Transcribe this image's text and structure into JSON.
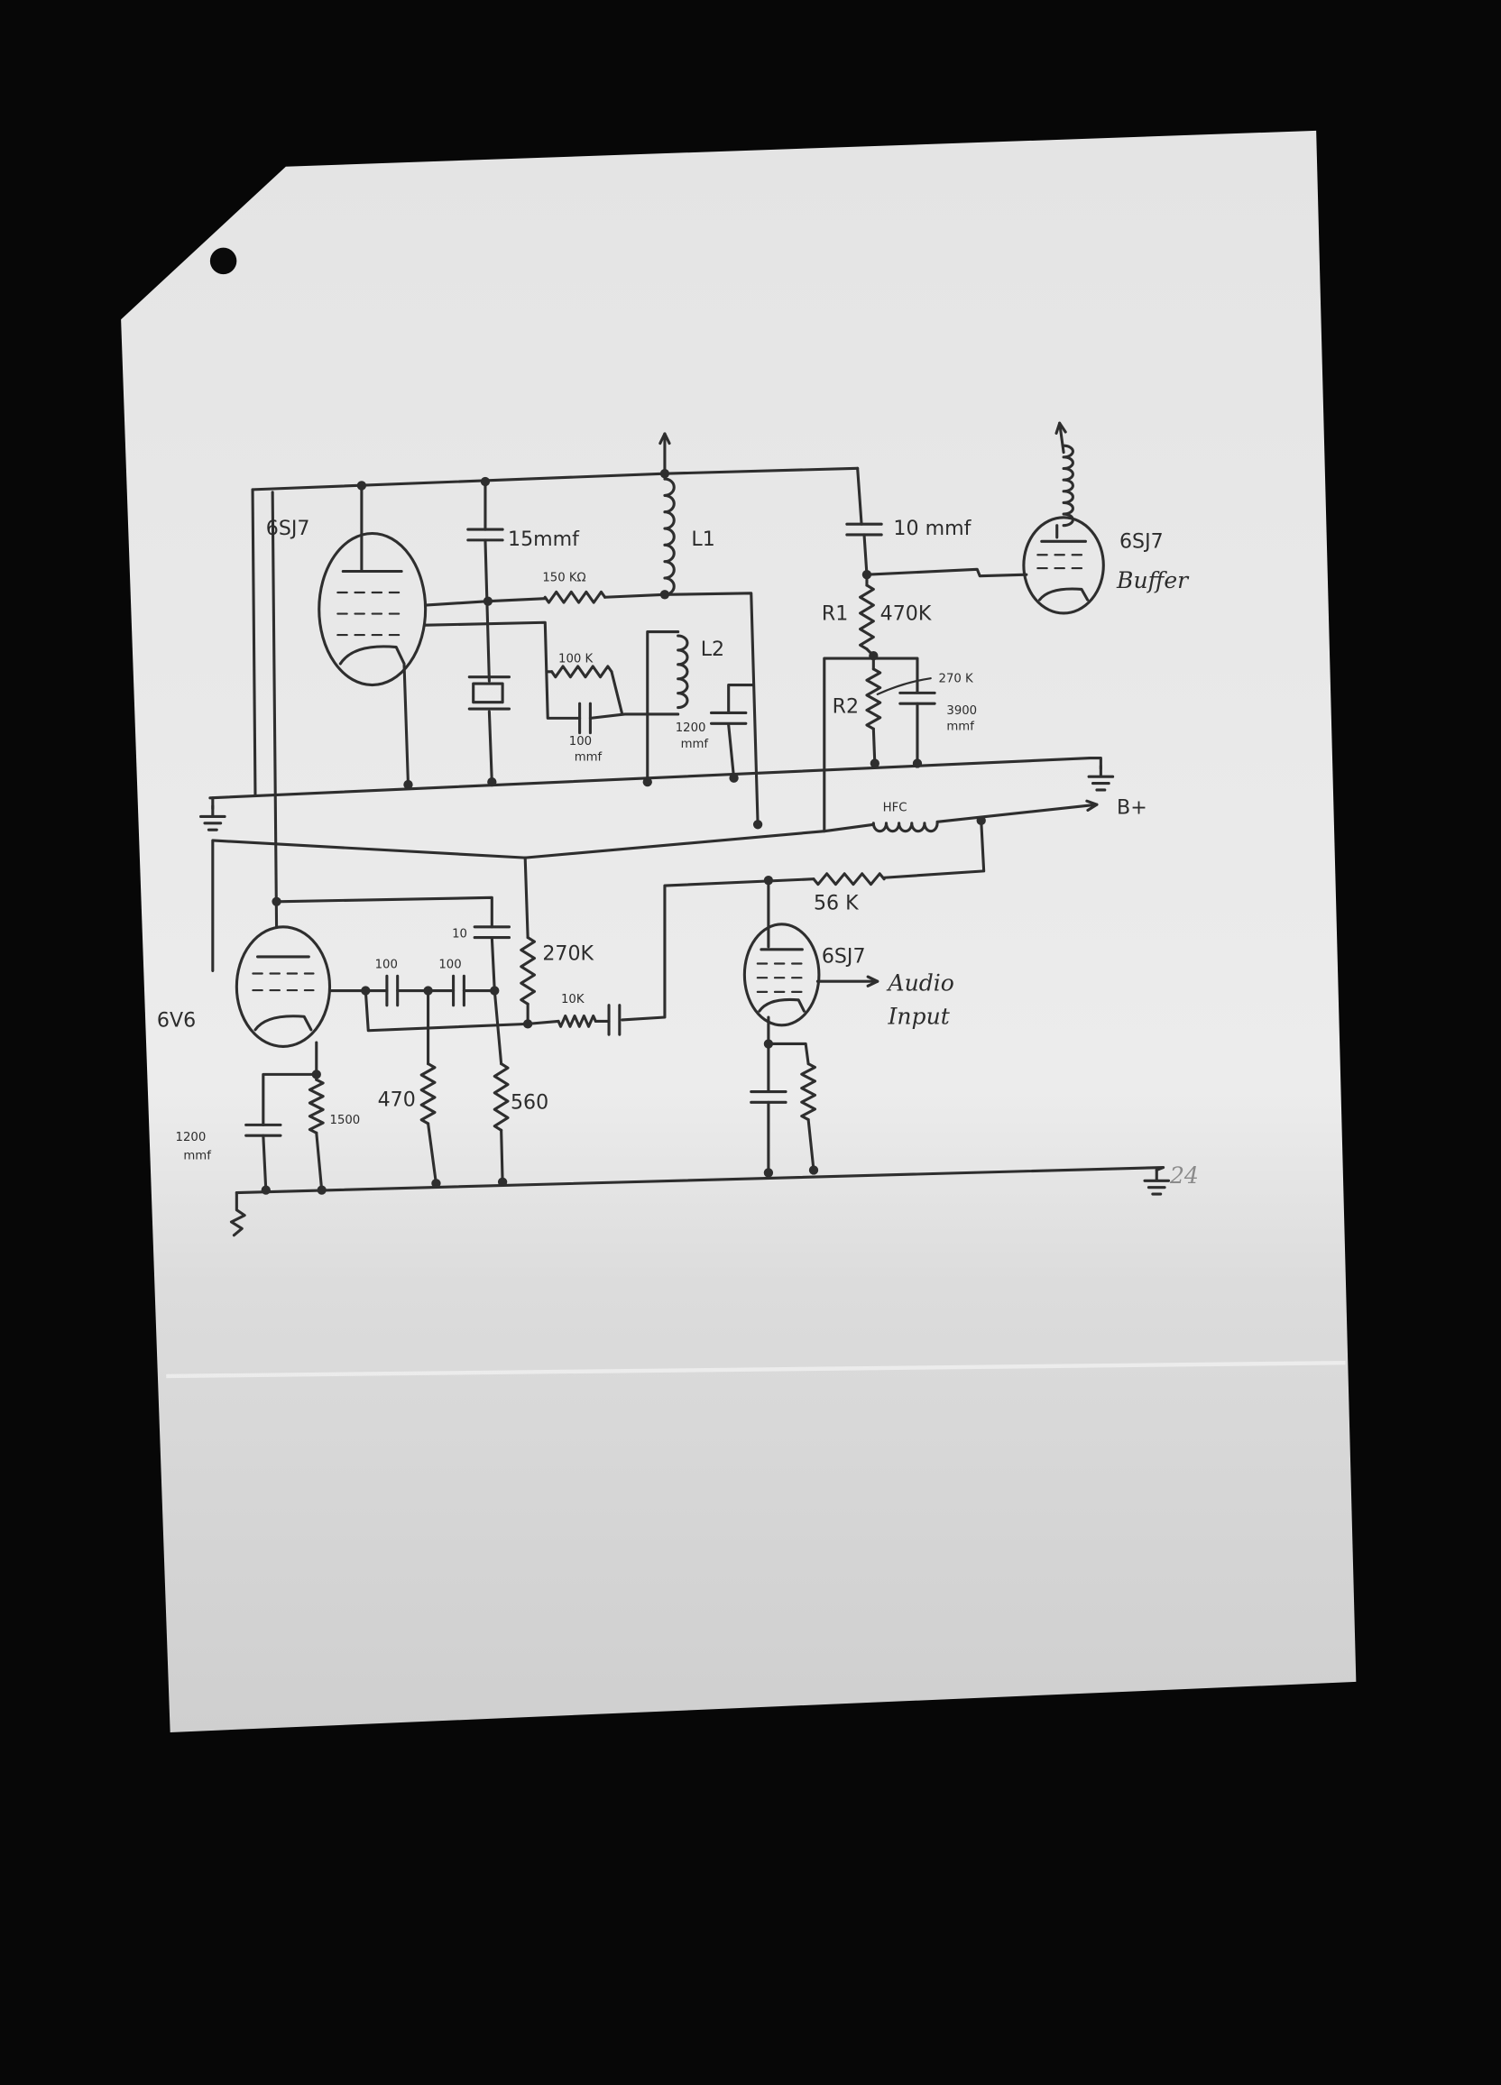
{
  "document": {
    "type": "hand-drawn vacuum tube oscillator / modulator schematic",
    "annotation": "24"
  },
  "tubes": {
    "oscillator": "6SJ7",
    "amplifier": "6V6",
    "audio": "6SJ7",
    "buffer": "6SJ7",
    "buffer_note": "Buffer"
  },
  "labels": {
    "c_15": "15mmf",
    "l1": "L1",
    "r_150k": "150 KΩ",
    "r_100k": "100 K",
    "l2": "L2",
    "c_100_top": "100",
    "c_100_top_unit": "mmf",
    "c_1200_top": "1200",
    "c_1200_top_unit": "mmf",
    "c_10mmf": "10 mmf",
    "r1": "R1",
    "r1_value": "470K",
    "r2": "R2",
    "r2_value": "270 K",
    "c_3900": "3900",
    "c_3900_unit": "mmf",
    "hfc": "HFC",
    "b_plus": "B+",
    "r_56k": "56 K",
    "c_10": "10",
    "r_270k": "270K",
    "c_100_a": "100",
    "c_100_b": "100",
    "r_10k": "10K",
    "r_470": "470",
    "r_560": "560",
    "r_1500": "1500",
    "c_1200": "1200",
    "c_1200_unit": "mmf",
    "audio_input_1": "Audio",
    "audio_input_2": "Input"
  },
  "colors": {
    "background": "#070707",
    "paper": "#e6e6e6",
    "ink": "#2e2e2e"
  }
}
